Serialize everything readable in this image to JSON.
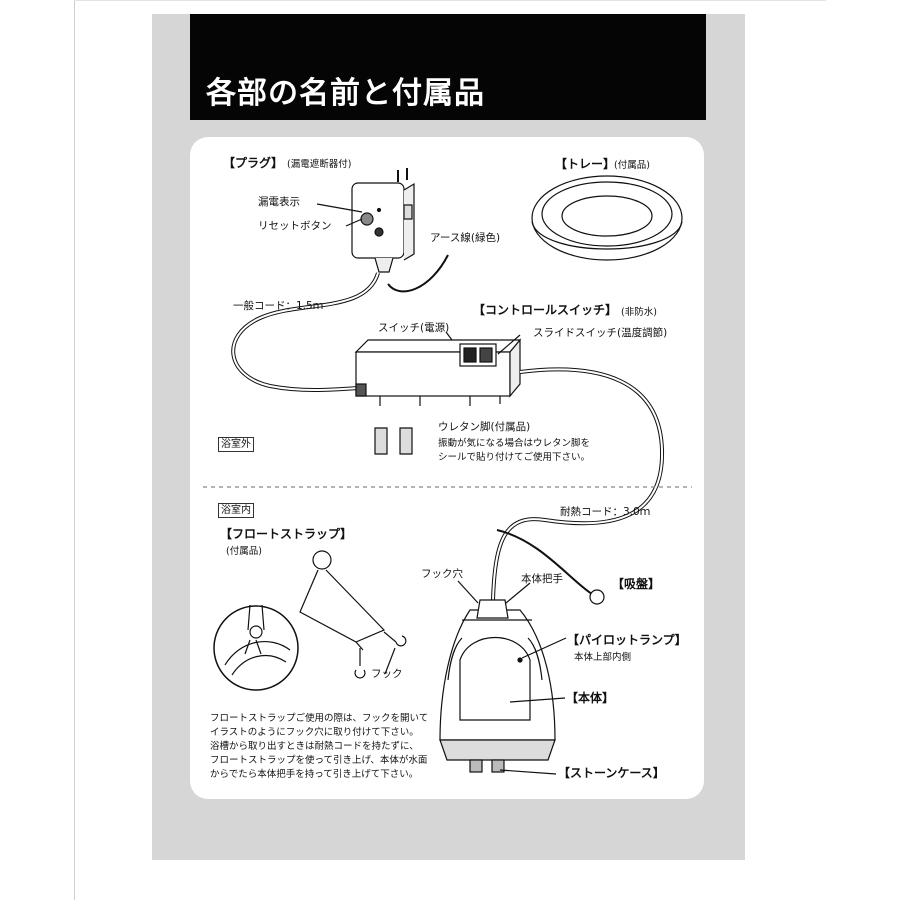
{
  "title": "各部の名前と付属品",
  "labels": {
    "plug": "【プラグ】",
    "plug_note": "(漏電遮断器付)",
    "leak_indicator": "漏電表示",
    "reset_button": "リセットボタン",
    "earth_wire": "アース線(緑色)",
    "tray": "【トレー】",
    "tray_note": "(付属品)",
    "general_cord": "一般コード：1.5ｍ",
    "control_switch": "【コントロールスイッチ】",
    "control_switch_note": "(非防水)",
    "power_switch": "スイッチ(電源)",
    "slide_switch": "スライドスイッチ(温度調節)",
    "urethane_feet": "ウレタン脚(付属品)",
    "urethane_note_1": "振動が気になる場合はウレタン脚を",
    "urethane_note_2": "シールで貼り付けてご使用下さい。",
    "outside_bathroom": "浴室外",
    "inside_bathroom": "浴室内",
    "heat_cord": "耐熱コード：3.0ｍ",
    "float_strap": "【フロートストラップ】",
    "float_strap_note": "(付属品)",
    "hook_hole": "フック穴",
    "body_handle": "本体把手",
    "suction_cup": "【吸盤】",
    "pilot_lamp": "【パイロットランプ】",
    "pilot_lamp_note": "本体上部内側",
    "body": "【本体】",
    "hook": "フック",
    "stone_case": "【ストーンケース】"
  },
  "instructions": [
    "フロートストラップご使用の際は、フックを開いて",
    "イラストのようにフック穴に取り付けて下さい。",
    "浴槽から取り出すときは耐熱コードを持たずに、",
    "フロートストラップを使って引き上げ、本体が水面",
    "からでたら本体把手を持って引き上げて下さい。"
  ]
}
